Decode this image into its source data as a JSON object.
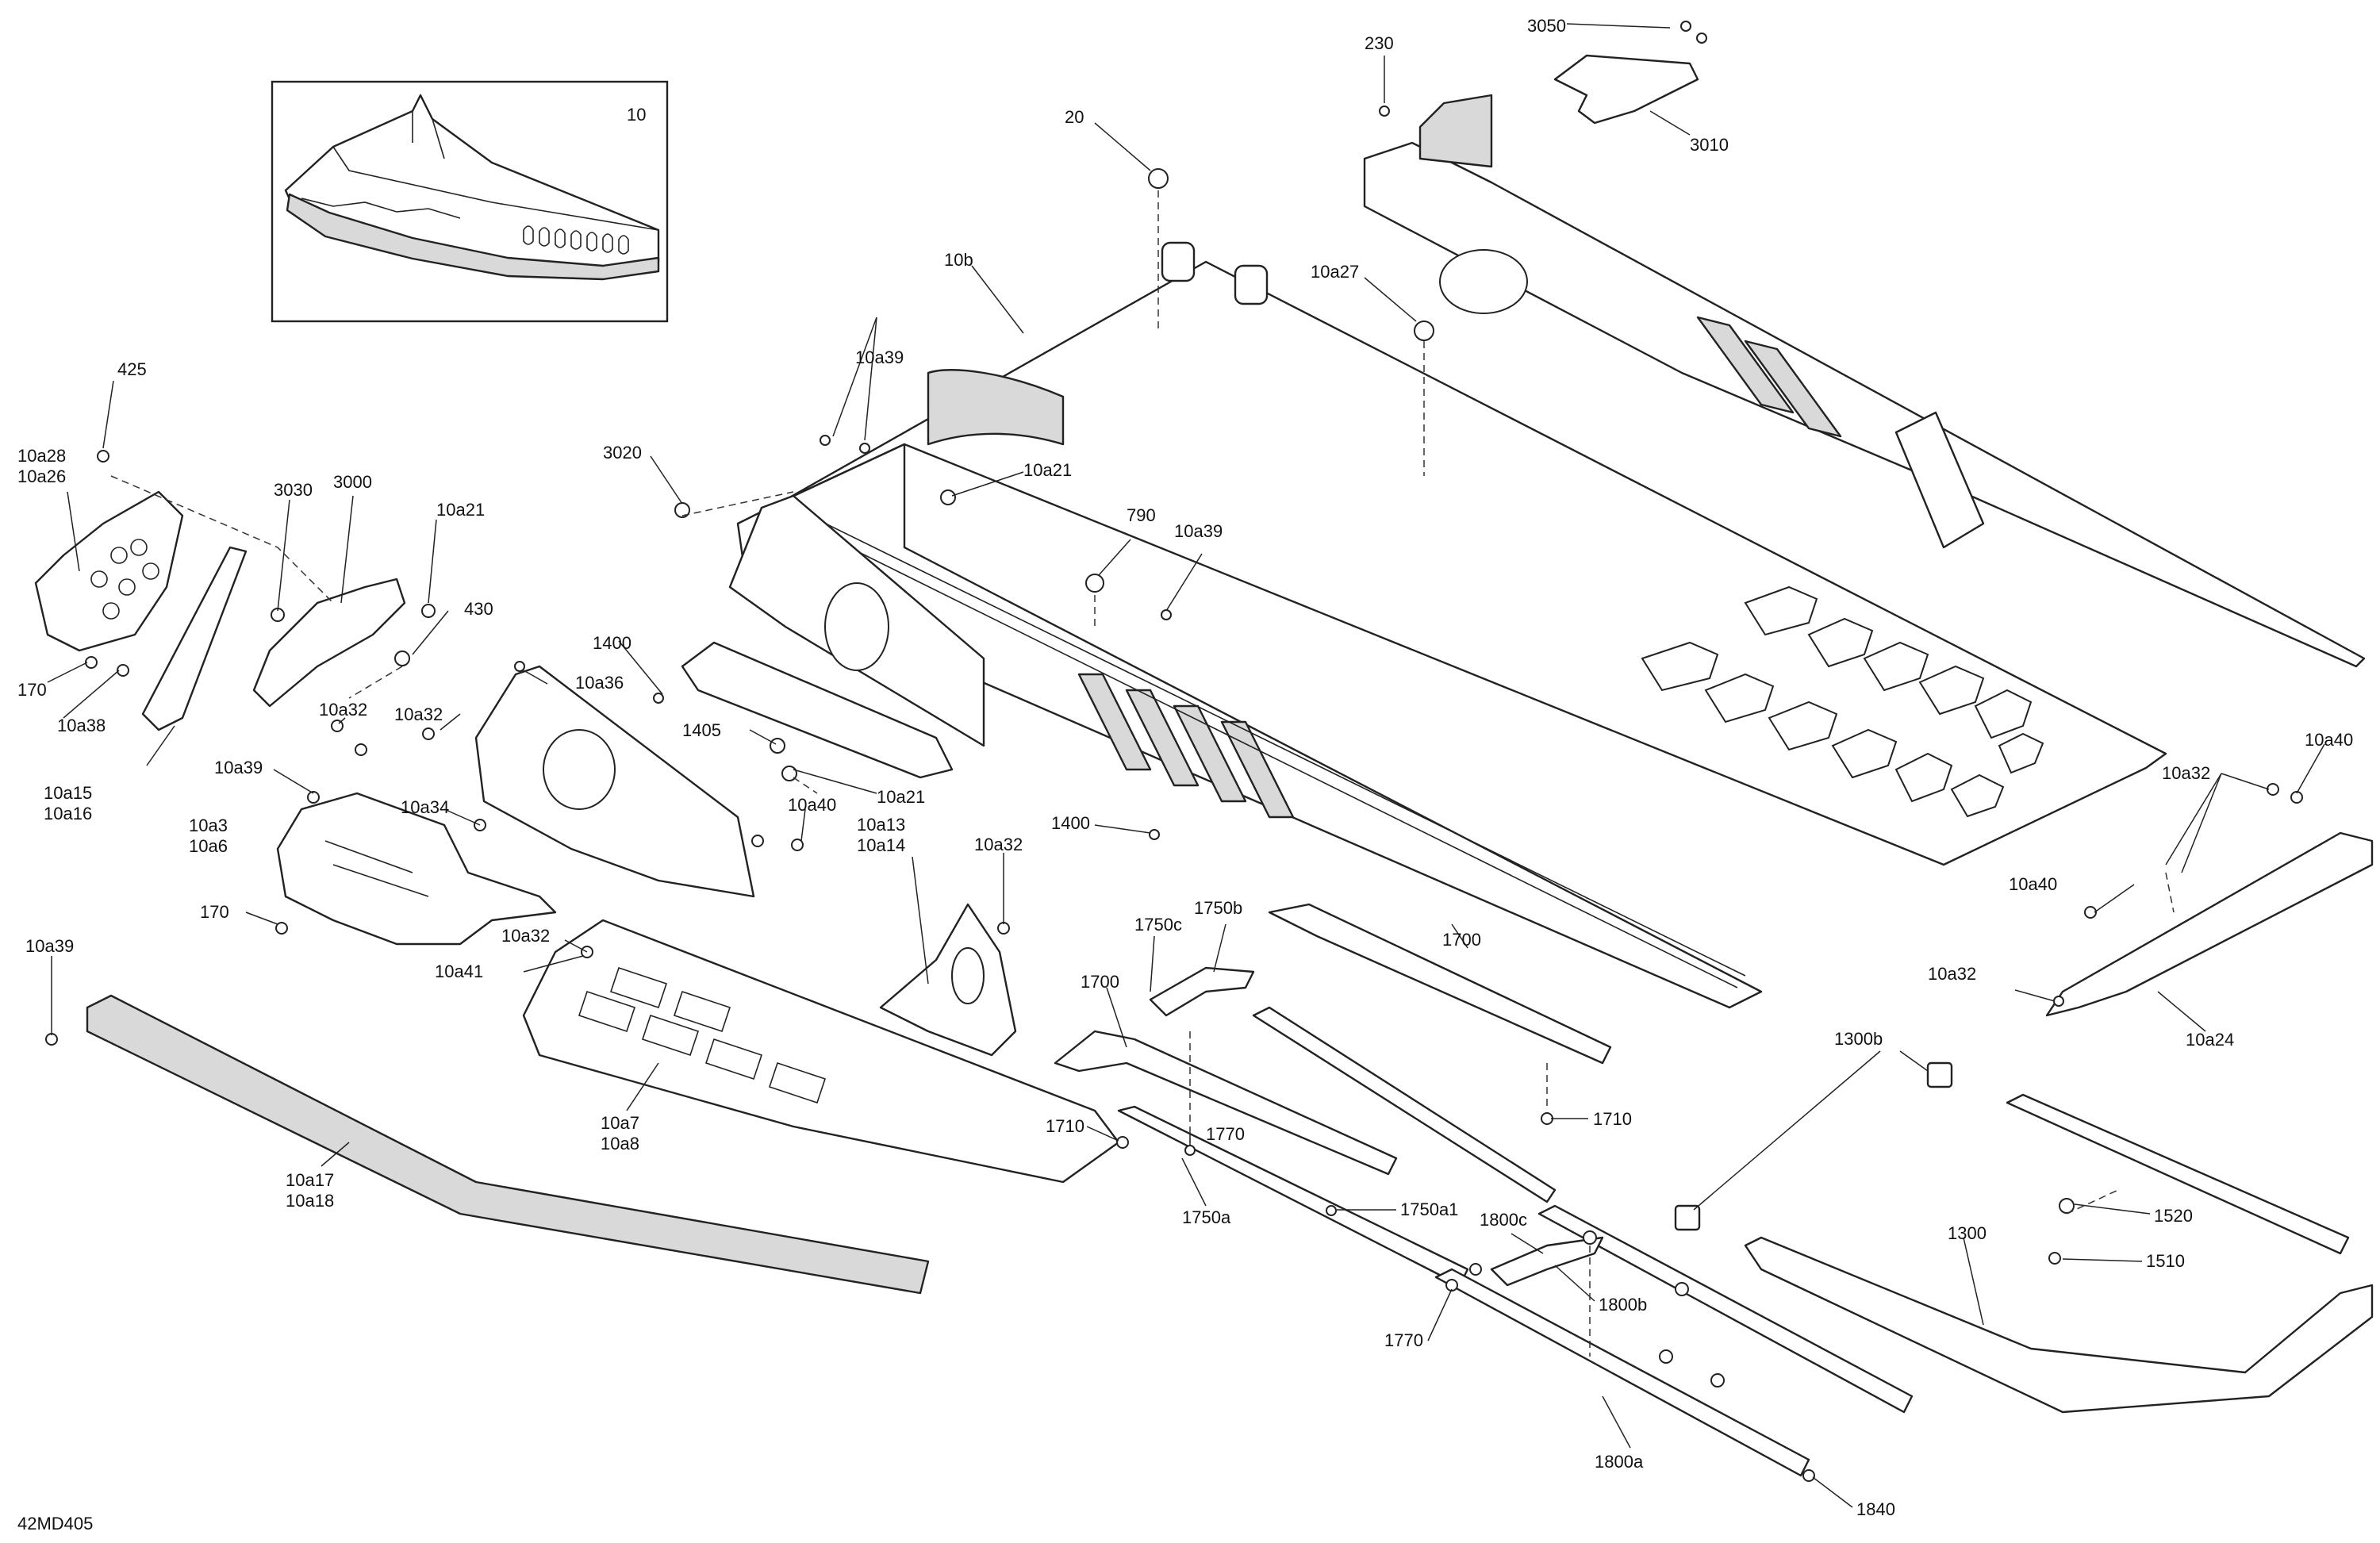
{
  "diagram_code": "42MD405",
  "inset": {
    "label": "10"
  },
  "callouts": {
    "c3050": "3050",
    "c230": "230",
    "c3010": "3010",
    "c20": "20",
    "c10b": "10b",
    "c10a27": "10a27",
    "c425": "425",
    "c10a28_10a26": "10a28\n10a26",
    "c3030": "3030",
    "c3000": "3000",
    "c10a21_a": "10a21",
    "c430": "430",
    "c10a39_a": "10a39",
    "c3020": "3020",
    "c10a21_b": "10a21",
    "c790": "790",
    "c10a39_b": "10a39",
    "c170_a": "170",
    "c10a38": "10a38",
    "c10a15_10a16": "10a15\n10a16",
    "c1400_a": "1400",
    "c10a36": "10a36",
    "c10a32_a": "10a32",
    "c10a32_b": "10a32",
    "c1405": "1405",
    "c10a21_c": "10a21",
    "c10a39_c": "10a39",
    "c10a34": "10a34",
    "c10a40_a": "10a40",
    "c10a3_10a6": "10a3\n10a6",
    "c10a13_10a14": "10a13\n10a14",
    "c10a32_c": "10a32",
    "c1400_b": "1400",
    "c170_b": "170",
    "c10a32_d": "10a32",
    "c10a41": "10a41",
    "c10a39_d": "10a39",
    "c1750b": "1750b",
    "c1750c": "1750c",
    "c1700_a": "1700",
    "c1700_b": "1700",
    "c1710_a": "1710",
    "c1710_b": "1710",
    "c1770_a": "1770",
    "c1750a": "1750a",
    "c1750a1": "1750a1",
    "c1800c": "1800c",
    "c1800b": "1800b",
    "c1770_b": "1770",
    "c1800a": "1800a",
    "c1840": "1840",
    "c10a7_10a8": "10a7\n10a8",
    "c10a17_10a18": "10a17\n10a18",
    "c10a40_b": "10a40",
    "c10a32_e": "10a32",
    "c10a40_c": "10a40",
    "c10a32_f": "10a32",
    "c10a24": "10a24",
    "c1300b": "1300b",
    "c1300": "1300",
    "c1520": "1520",
    "c1510": "1510"
  }
}
